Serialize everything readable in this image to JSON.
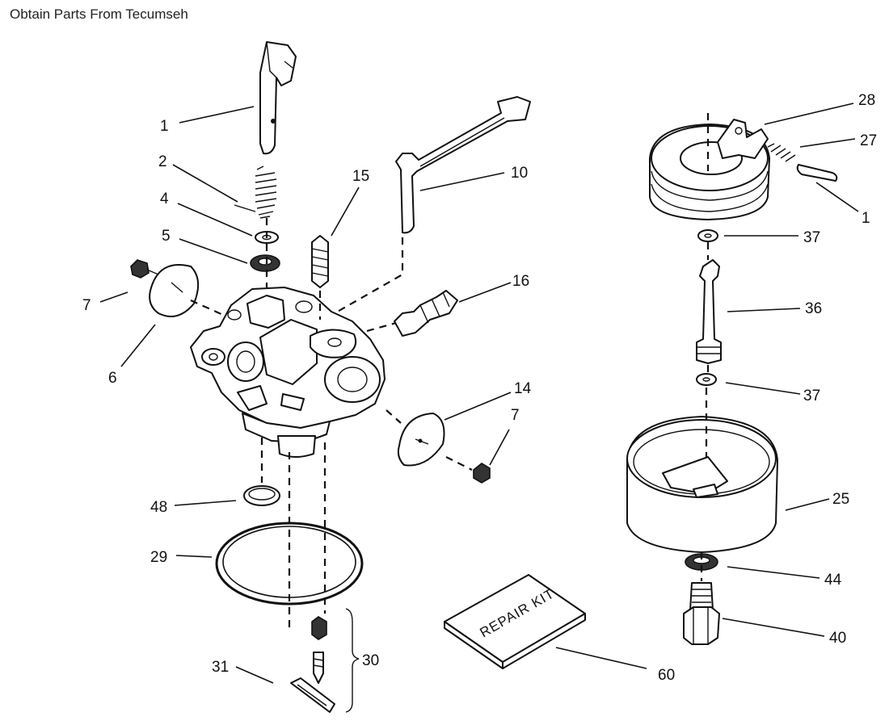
{
  "header": {
    "note": "Obtain Parts From Tecumseh"
  },
  "kit": {
    "label": "REPAIR KIT"
  },
  "callouts": [
    {
      "id": "c1a",
      "text": "1"
    },
    {
      "id": "c2",
      "text": "2"
    },
    {
      "id": "c4",
      "text": "4"
    },
    {
      "id": "c5",
      "text": "5"
    },
    {
      "id": "c7a",
      "text": "7"
    },
    {
      "id": "c6",
      "text": "6"
    },
    {
      "id": "c15",
      "text": "15"
    },
    {
      "id": "c10",
      "text": "10"
    },
    {
      "id": "c16",
      "text": "16"
    },
    {
      "id": "c14",
      "text": "14"
    },
    {
      "id": "c7b",
      "text": "7"
    },
    {
      "id": "c48",
      "text": "48"
    },
    {
      "id": "c29",
      "text": "29"
    },
    {
      "id": "c30",
      "text": "30"
    },
    {
      "id": "c31",
      "text": "31"
    },
    {
      "id": "c60",
      "text": "60"
    },
    {
      "id": "c28",
      "text": "28"
    },
    {
      "id": "c27",
      "text": "27"
    },
    {
      "id": "c1b",
      "text": "1"
    },
    {
      "id": "c37a",
      "text": "37"
    },
    {
      "id": "c36",
      "text": "36"
    },
    {
      "id": "c37b",
      "text": "37"
    },
    {
      "id": "c25",
      "text": "25"
    },
    {
      "id": "c44",
      "text": "44"
    },
    {
      "id": "c40",
      "text": "40"
    }
  ]
}
